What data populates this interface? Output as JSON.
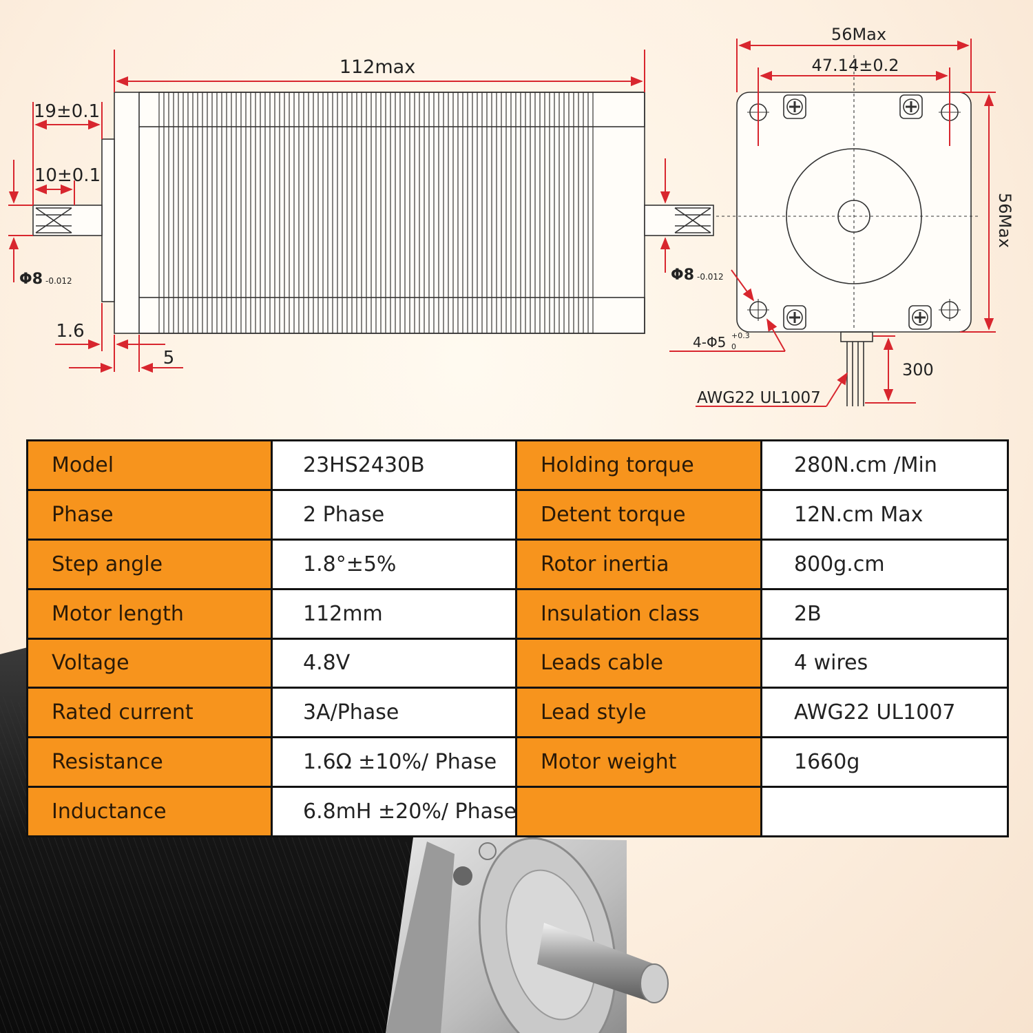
{
  "dimensions": {
    "length_max": "112max",
    "shaft_length": "19±0.1",
    "flat_length": "10±0.1",
    "shaft_diameter_left": "Φ8",
    "shaft_tolerance_left": "-0.012",
    "flange_thickness": "1.6",
    "boss_height": "5",
    "shaft_diameter_right": "Φ8",
    "shaft_tolerance_right": "-0.012",
    "frame_width_max": "56Max",
    "hole_spacing": "47.14±0.2",
    "frame_height_max": "56Max",
    "mounting_holes": "4-Φ5",
    "mounting_holes_tol_upper": "+0.3",
    "mounting_holes_tol_lower": "0",
    "lead_length": "300",
    "lead_type": "AWG22 UL1007"
  },
  "colors": {
    "dimension_line": "#d8262e",
    "label_cell": "#f7941d",
    "value_cell": "#ffffff",
    "grid_line": "#111111"
  },
  "specs": [
    {
      "l1": "Model",
      "v1": "23HS2430B",
      "l2": "Holding torque",
      "v2": "280N.cm /Min"
    },
    {
      "l1": "Phase",
      "v1": "2 Phase",
      "l2": "Detent torque",
      "v2": "12N.cm Max"
    },
    {
      "l1": "Step angle",
      "v1": "1.8°±5%",
      "l2": "Rotor inertia",
      "v2": "800g.cm"
    },
    {
      "l1": "Motor length",
      "v1": "112mm",
      "l2": "Insulation class",
      "v2": "2B"
    },
    {
      "l1": "Voltage",
      "v1": "4.8V",
      "l2": "Leads cable",
      "v2": "4 wires"
    },
    {
      "l1": "Rated current",
      "v1": "3A/Phase",
      "l2": "Lead style",
      "v2": "AWG22 UL1007"
    },
    {
      "l1": "Resistance",
      "v1": "1.6Ω ±10%/ Phase",
      "l2": "Motor weight",
      "v2": "1660g"
    },
    {
      "l1": "Inductance",
      "v1": "6.8mH ±20%/ Phase",
      "l2": "",
      "v2": ""
    }
  ]
}
